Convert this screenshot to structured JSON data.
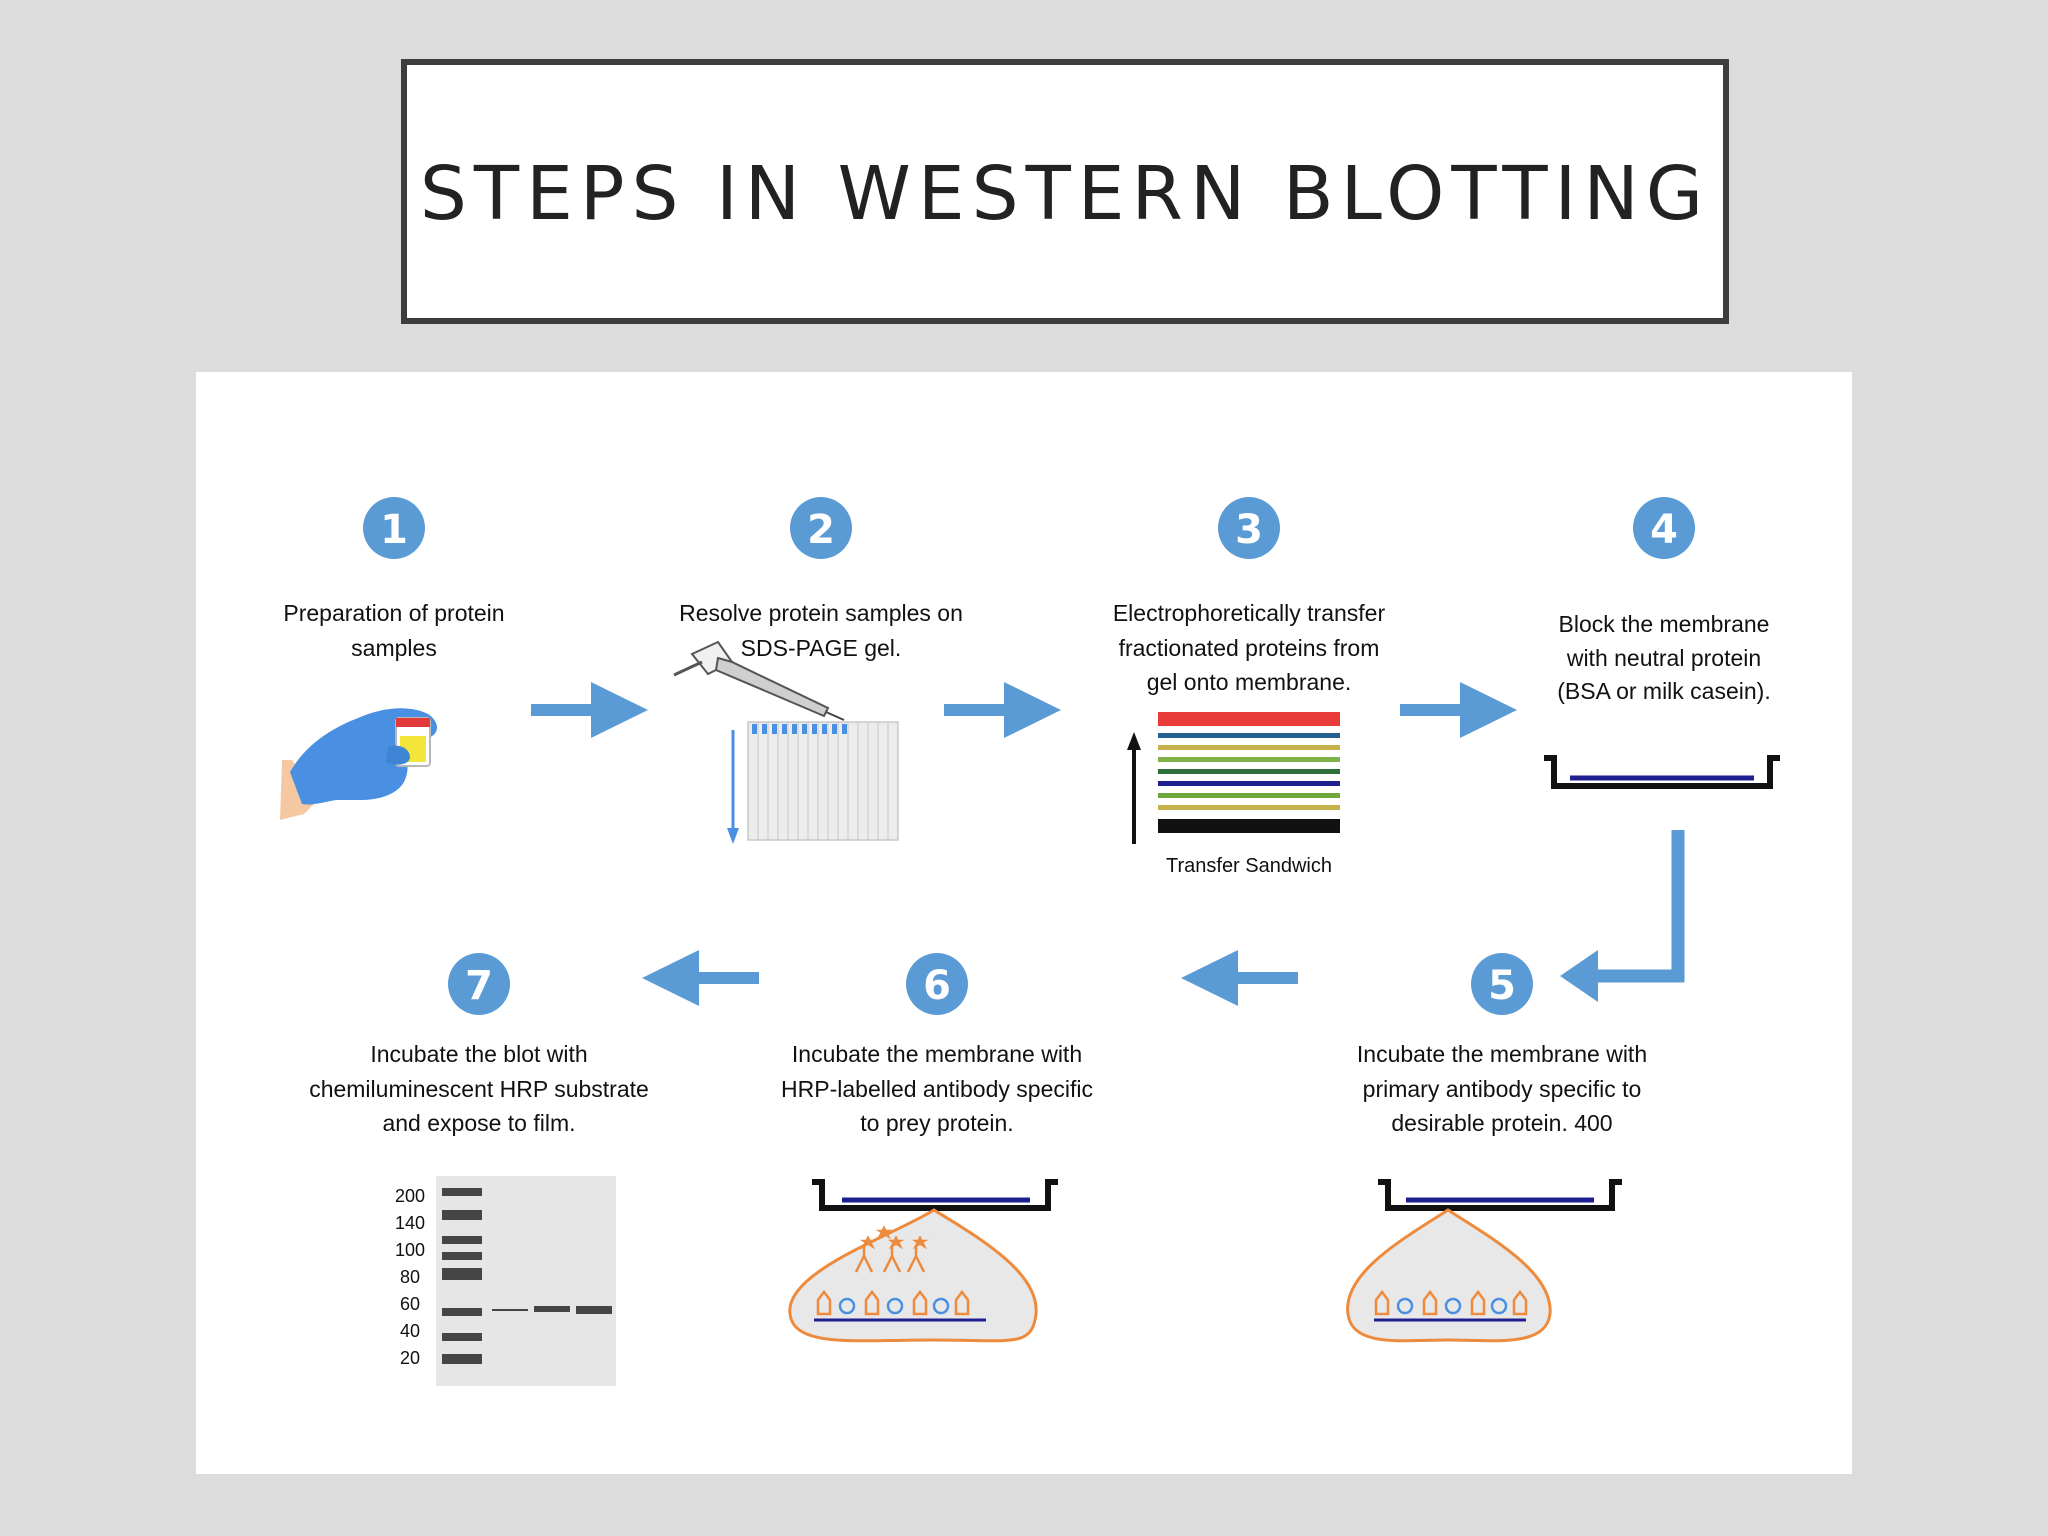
{
  "title": "STEPS IN WESTERN BLOTTING",
  "steps": [
    {
      "number": "1",
      "lines": [
        "Preparation of protein",
        "samples"
      ]
    },
    {
      "number": "2",
      "lines": [
        "Resolve protein samples on",
        "SDS-PAGE gel."
      ]
    },
    {
      "number": "3",
      "lines": [
        "Electrophoretically transfer",
        "fractionated proteins from",
        "gel onto membrane."
      ]
    },
    {
      "number": "4",
      "lines": [
        "Block the membrane",
        "with neutral protein",
        "(BSA or milk casein)."
      ]
    },
    {
      "number": "5",
      "lines": [
        "Incubate the membrane with",
        "primary antibody specific to",
        "desirable protein. 400"
      ]
    },
    {
      "number": "6",
      "lines": [
        "Incubate the membrane with",
        "HRP-labelled antibody specific",
        "to prey protein."
      ]
    },
    {
      "number": "7",
      "lines": [
        "Incubate the blot with",
        "chemiluminescent HRP substrate",
        "and expose to film."
      ]
    }
  ],
  "transfer_label": "Transfer Sandwich",
  "ladder_labels": [
    "200",
    "140",
    "100",
    "80",
    "60",
    "40",
    "20"
  ],
  "colors": {
    "badge": "#5b9bd5",
    "arrow": "#5b9bd5",
    "glove": "#4a90e2",
    "antibody": "#ee8a3c",
    "membrane": "#1f1f8f"
  }
}
